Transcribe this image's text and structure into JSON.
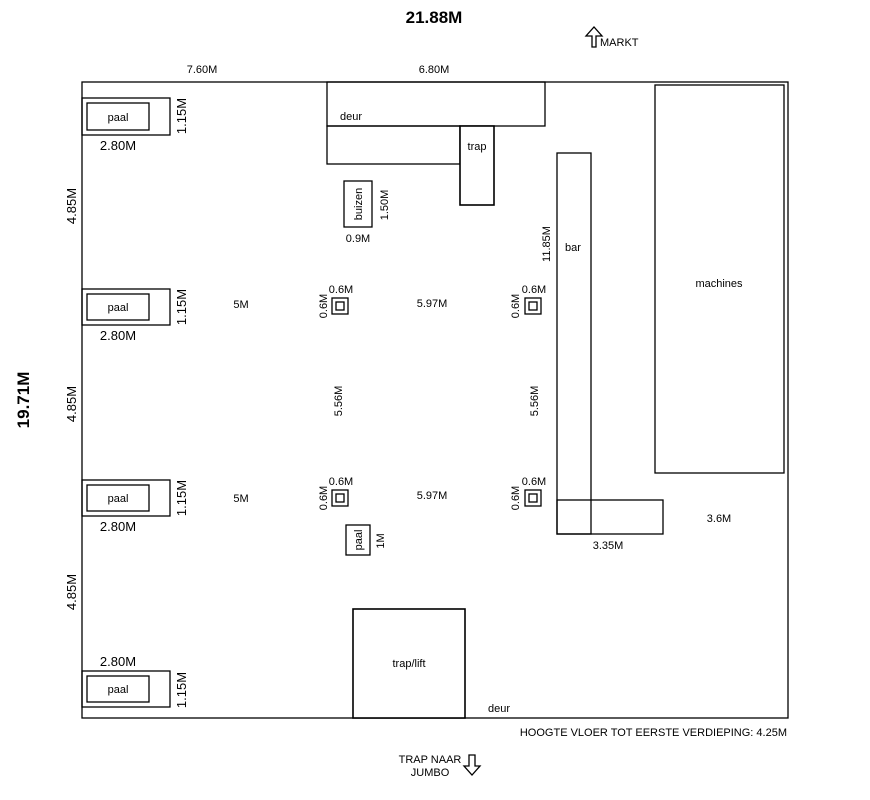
{
  "dimensions": {
    "total_width": "21.88M",
    "total_height": "19.71M",
    "top_left_span": "7.60M",
    "top_mid_span": "6.80M",
    "paal_height": "1.15M",
    "paal_width": "2.80M",
    "paal_gap": "4.85M",
    "buizen_height": "1.50M",
    "buizen_width": "0.9M",
    "bar_height": "11.85M",
    "column_size": "0.6M",
    "col_left_offset": "5M",
    "col_spacing_x": "5.97M",
    "col_spacing_y": "5.56M",
    "paal_small": "1M",
    "bar_foot_width": "3.35M",
    "bar_to_machines": "3.6M"
  },
  "labels": {
    "paal": "paal",
    "deur": "deur",
    "trap": "trap",
    "buizen": "buizen",
    "bar": "bar",
    "machines": "machines",
    "trap_lift": "trap/lift",
    "markt": "MARKT",
    "trap_naar": "TRAP NAAR",
    "jumbo": "JUMBO",
    "height_note": "HOOGTE VLOER TOT EERSTE VERDIEPING: 4.25M"
  },
  "icons": {
    "markt_arrow": "arrow-up-icon",
    "jumbo_arrow": "arrow-down-icon"
  }
}
